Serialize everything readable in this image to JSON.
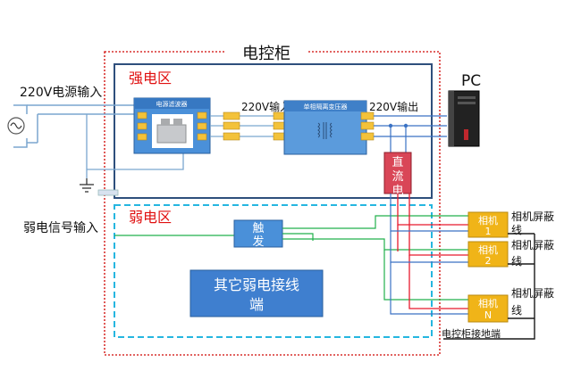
{
  "cabinet": {
    "title": "电控柜",
    "ground_label": "电控柜接地端"
  },
  "strong_zone": {
    "title": "强电区"
  },
  "weak_zone": {
    "title": "弱电区"
  },
  "power_input_label": "220V电源输入",
  "signal_input_label": "弱电信号输入",
  "filter": {
    "label": "电源滤波器"
  },
  "transformer": {
    "label": "单相隔离变压器",
    "input_label": "220V输入",
    "output_label": "220V输出"
  },
  "pc": {
    "label": "PC"
  },
  "dc_supply": {
    "line1": "直",
    "line2": "流",
    "line3": "电"
  },
  "trigger": {
    "line1": "触",
    "line2": "发"
  },
  "other_terminals": {
    "line1": "其它弱电接线",
    "line2": "端"
  },
  "cameras": [
    {
      "name": "相机",
      "number": "1",
      "shield_line1": "相机屏蔽",
      "shield_line2": "线"
    },
    {
      "name": "相机",
      "number": "2",
      "shield_line1": "相机屏蔽",
      "shield_line2": "线"
    },
    {
      "name": "相机",
      "number": "N",
      "shield_line1": "相机屏蔽",
      "shield_line2": "线"
    }
  ],
  "colors": {
    "cabinet_border": "#d8312f",
    "strong_border": "#2e4f7c",
    "weak_border": "#25b6e0",
    "device_fill": "#4a90d9",
    "other_fill": "#3f7fcf",
    "dc_fill": "#d94657",
    "camera_fill": "#f0b418",
    "wire_red": "#e8192c",
    "wire_green": "#22b14c",
    "wire_blue": "#3a72c4",
    "wire_black": "#1a1a1a"
  }
}
